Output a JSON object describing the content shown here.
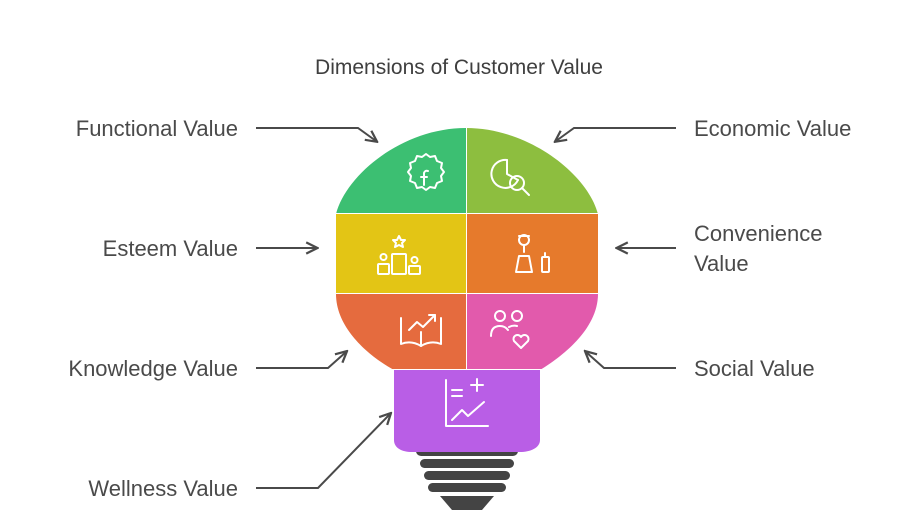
{
  "title": "Dimensions of Customer Value",
  "segments": {
    "functional": {
      "label": "Functional Value",
      "color": "#3cbf72",
      "icon": "gear-f-icon"
    },
    "economic": {
      "label": "Economic Value",
      "color": "#8dbe3f",
      "icon": "pie-magnifier-icon"
    },
    "esteem": {
      "label": "Esteem Value",
      "color": "#e3c515",
      "icon": "podium-star-icon"
    },
    "convenience": {
      "label": "Convenience Value",
      "color": "#e67a2c",
      "icon": "person-phone-icon"
    },
    "knowledge": {
      "label": "Knowledge Value",
      "color": "#e56b3e",
      "icon": "book-trend-icon"
    },
    "social": {
      "label": "Social Value",
      "color": "#e25aac",
      "icon": "people-heart-icon"
    },
    "wellness": {
      "label": "Wellness Value",
      "color": "#b95ee6",
      "icon": "health-chart-icon"
    }
  },
  "bulb_base_color": "#444444",
  "arrow_color": "#4a4a4a"
}
